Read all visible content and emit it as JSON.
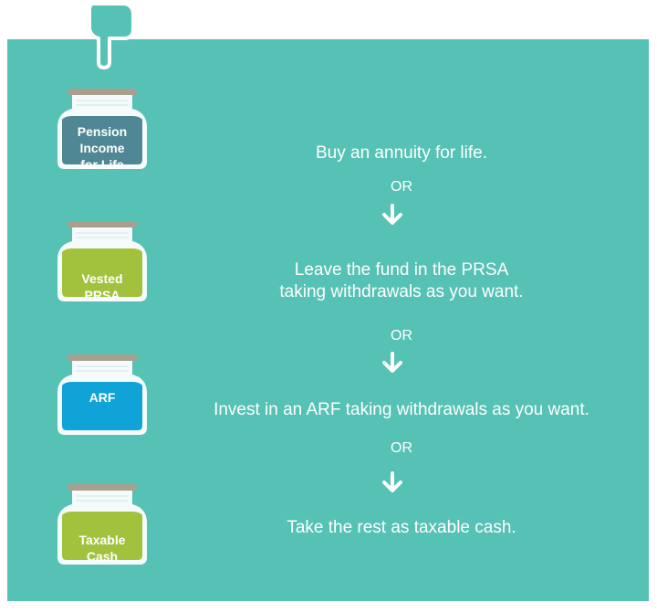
{
  "jars": [
    {
      "label_lines": [
        "Pension",
        "Income",
        "for Life"
      ],
      "color": "#4f8795",
      "icon": "jar-icon"
    },
    {
      "label_lines": [
        "Vested",
        "PRSA"
      ],
      "color": "#a2c23e",
      "icon": "jar-icon"
    },
    {
      "label_lines": [
        "ARF"
      ],
      "color": "#10a3d8",
      "icon": "jar-icon"
    },
    {
      "label_lines": [
        "Taxable",
        "Cash"
      ],
      "color": "#a2c23e",
      "icon": "jar-icon"
    }
  ],
  "steps": [
    {
      "lines": [
        "Buy an annuity for life."
      ]
    },
    {
      "lines": [
        "Leave the fund in the PRSA",
        "taking withdrawals as you want."
      ]
    },
    {
      "lines": [
        "Invest in an ARF taking withdrawals as you want."
      ]
    },
    {
      "lines": [
        "Take the rest as taxable cash."
      ]
    }
  ],
  "connector_label": "OR",
  "colors": {
    "background": "#56c1b5",
    "lid": "#a99f8f",
    "jar_glass": "#f4fbfa",
    "text": "#ffffff"
  },
  "icons": [
    "pointing-hand-icon",
    "down-arrow-icon"
  ]
}
